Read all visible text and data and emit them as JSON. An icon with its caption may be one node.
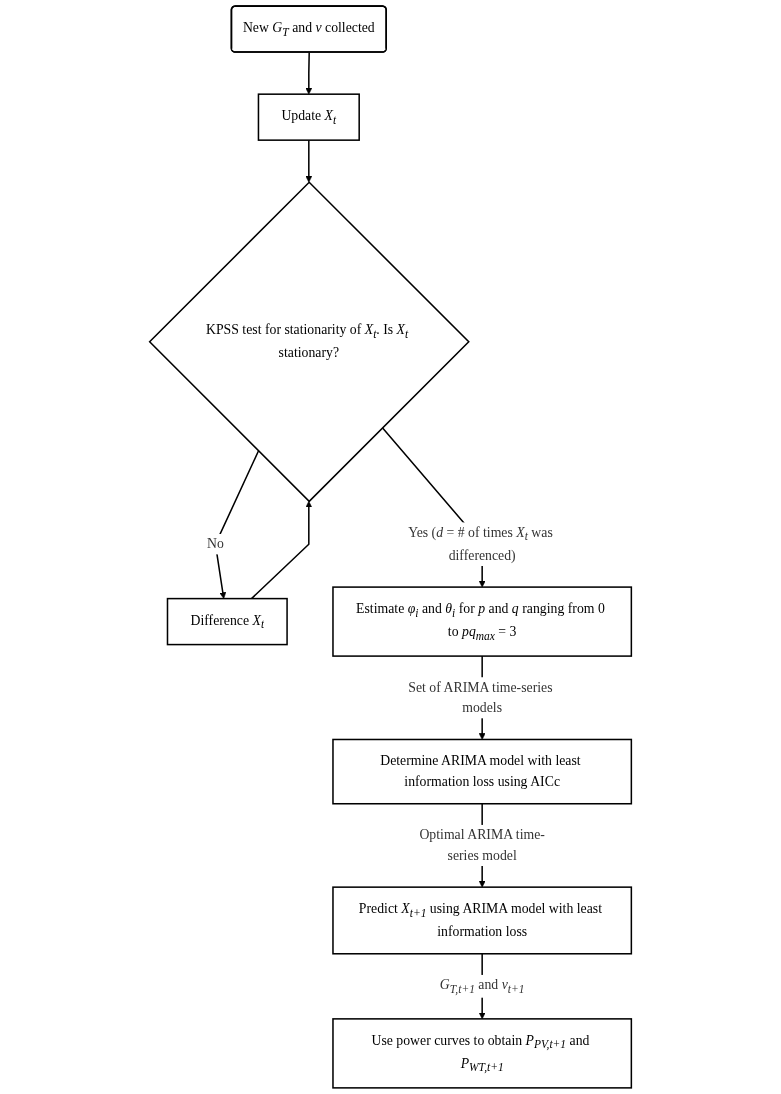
{
  "diagram": {
    "nodes": [
      {
        "text": [
          "New *G*$_{T}$ and *ν* collected"
        ]
      },
      {
        "text": [
          "Update *X*$_{t}$"
        ]
      },
      {
        "text": [
          "KPSS test for stationarity of *X*$_{t}$. Is *X*$_{t}$ stationary?"
        ]
      },
      {
        "text": [
          "Difference *X*$_{t}$"
        ]
      },
      {
        "text": [
          "Estimate *φ*$_{i}$ and *θ*$_{i}$ for *p* and *q* ranging from 0 to *pq*$_{max}$ = 3"
        ]
      },
      {
        "text": [
          "Determine ARIMA model with least information loss using AICc"
        ]
      },
      {
        "text": [
          "Predict *X*$_{t+1}$ using ARIMA model with least information loss"
        ]
      },
      {
        "text": [
          "Use power curves to obtain *P*$_{PV,t+1}$ and *P*$_{WT,t+1}$"
        ]
      }
    ],
    "edges": [
      {
        "from": 0,
        "to": 1,
        "arrow": "to"
      },
      {
        "from": 1,
        "to": 2,
        "arrow": "to"
      },
      {
        "from": 2,
        "to": 3,
        "arrow": "to",
        "label": "No"
      },
      {
        "from": 3,
        "to": 2,
        "arrow": "to"
      },
      {
        "from": 2,
        "to": 4,
        "arrow": "to",
        "label": "Yes (*d* = # of times *X*$_{t}$ was differenced)"
      },
      {
        "from": 4,
        "to": 5,
        "arrow": "to",
        "label": "Set of ARIMA time-series models"
      },
      {
        "from": 5,
        "to": 6,
        "arrow": "to",
        "label": "Optimal ARIMA time-series model"
      },
      {
        "from": 6,
        "to": 7,
        "arrow": "to",
        "label": "*G*$_{T,t+1}$ and *v*$_{t+1}$"
      }
    ]
  }
}
